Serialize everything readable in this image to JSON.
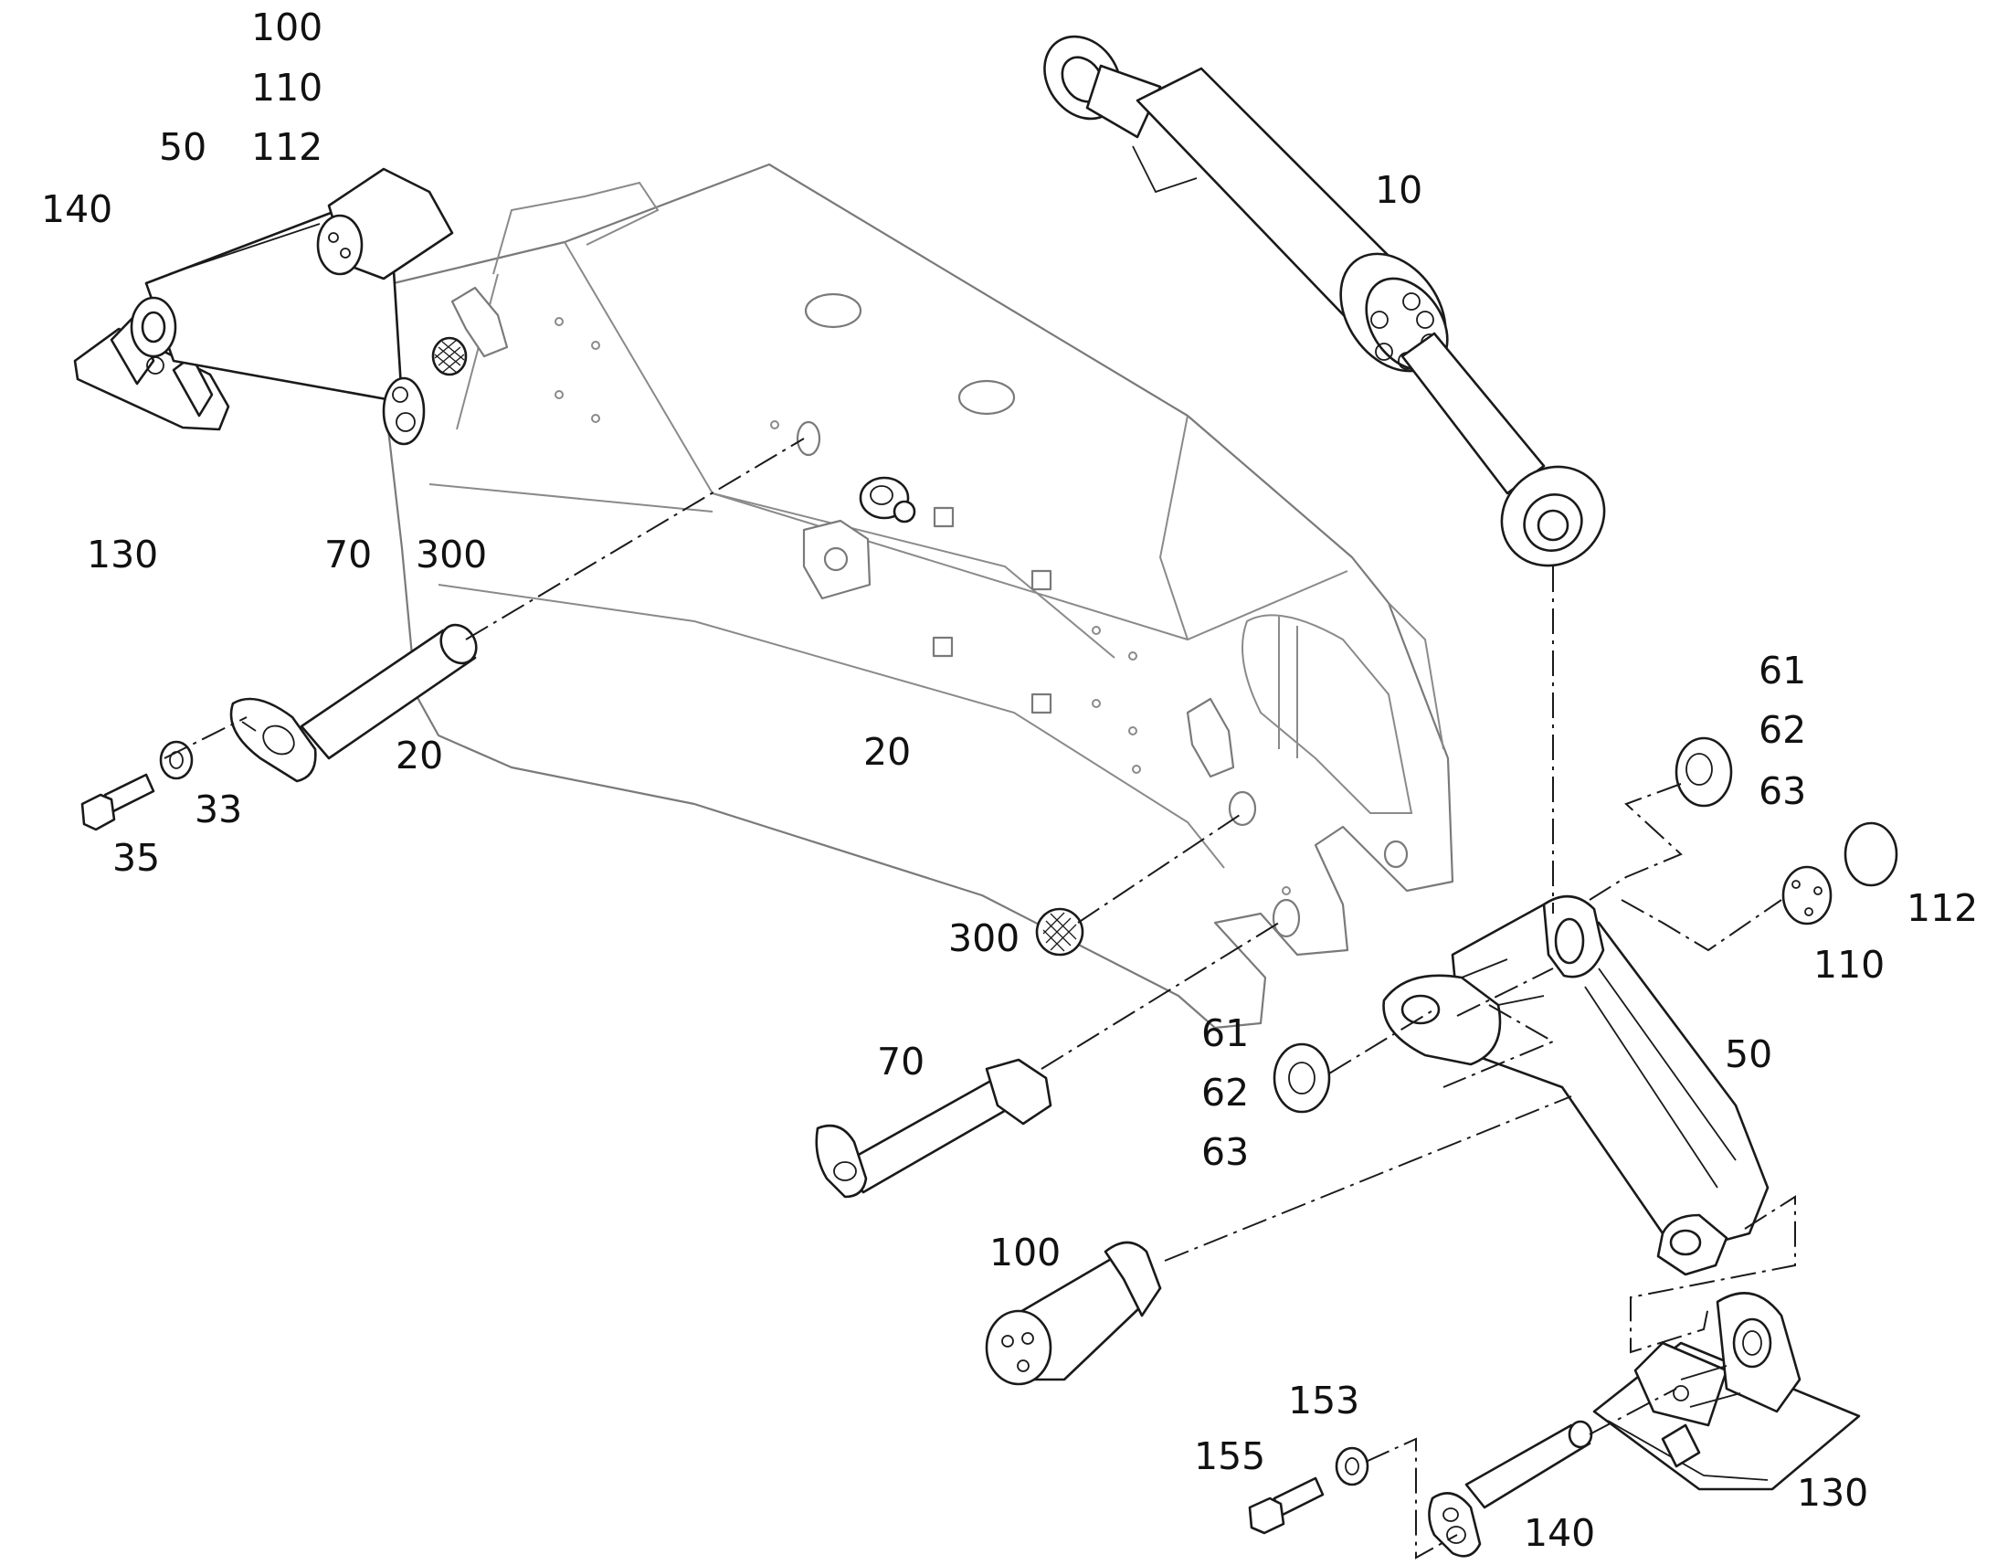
{
  "callouts": {
    "c100_top": "100",
    "c110_top": "110",
    "c112_top": "112",
    "c50_top": "50",
    "c140_top": "140",
    "c130_top": "130",
    "c70_top": "70",
    "c300_top": "300",
    "c10": "10",
    "c20_left": "20",
    "c20_mid": "20",
    "c33": "33",
    "c35": "35",
    "c61_top": "61",
    "c62_top": "62",
    "c63_top": "63",
    "c112_right": "112",
    "c110_right": "110",
    "c300_mid": "300",
    "c61_mid": "61",
    "c62_mid": "62",
    "c63_mid": "63",
    "c50_right": "50",
    "c70_mid": "70",
    "c100_mid": "100",
    "c153": "153",
    "c155": "155",
    "c140_bottom": "140",
    "c130_bottom": "130"
  }
}
